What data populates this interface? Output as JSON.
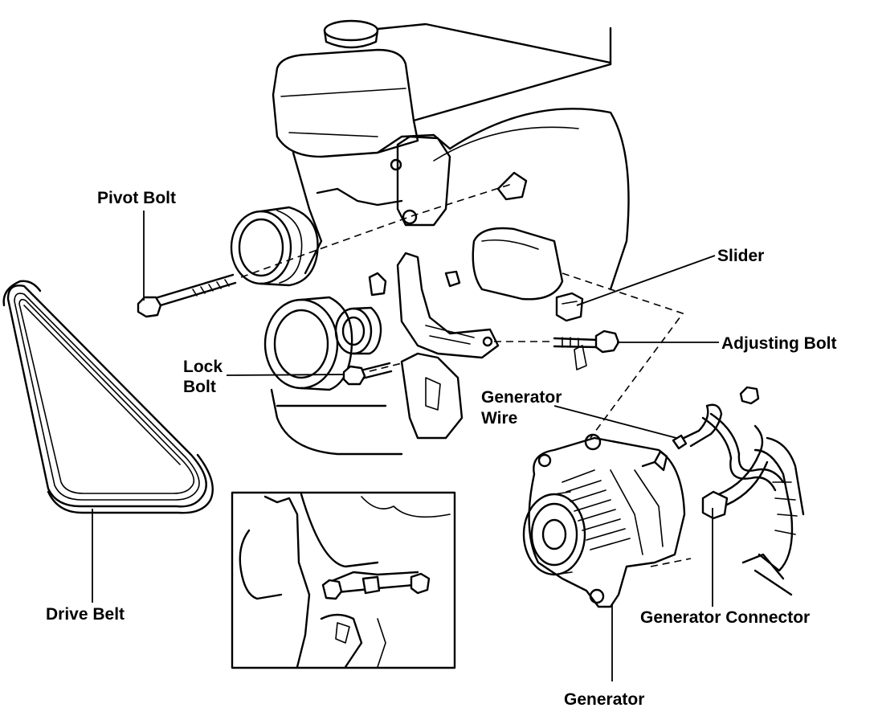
{
  "labels": {
    "pivot_bolt": "Pivot Bolt",
    "slider": "Slider",
    "adjusting_bolt": "Adjusting Bolt",
    "lock_bolt_line1": "Lock",
    "lock_bolt_line2": "Bolt",
    "generator_wire_line1": "Generator",
    "generator_wire_line2": "Wire",
    "drive_belt": "Drive Belt",
    "generator_connector": "Generator Connector",
    "generator": "Generator"
  },
  "colors": {
    "ink": "#000000",
    "paper": "#ffffff"
  }
}
